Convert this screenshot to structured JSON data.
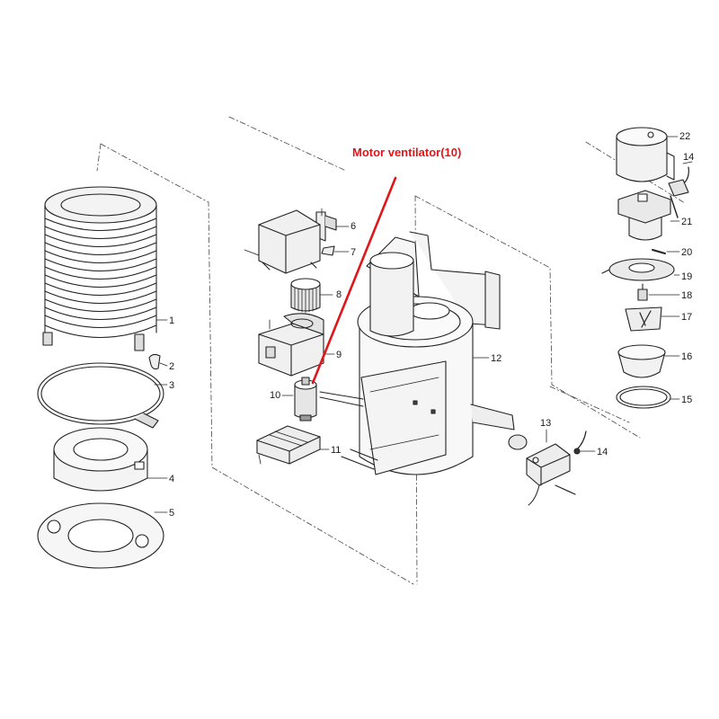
{
  "annotation": {
    "text": "Motor ventilator(10)",
    "color": "#e0161b"
  },
  "callouts": [
    "1",
    "2",
    "3",
    "4",
    "5",
    "6",
    "7",
    "8",
    "9",
    "10",
    "11",
    "12",
    "13",
    "14",
    "14",
    "15",
    "16",
    "17",
    "18",
    "19",
    "20",
    "21",
    "22"
  ]
}
